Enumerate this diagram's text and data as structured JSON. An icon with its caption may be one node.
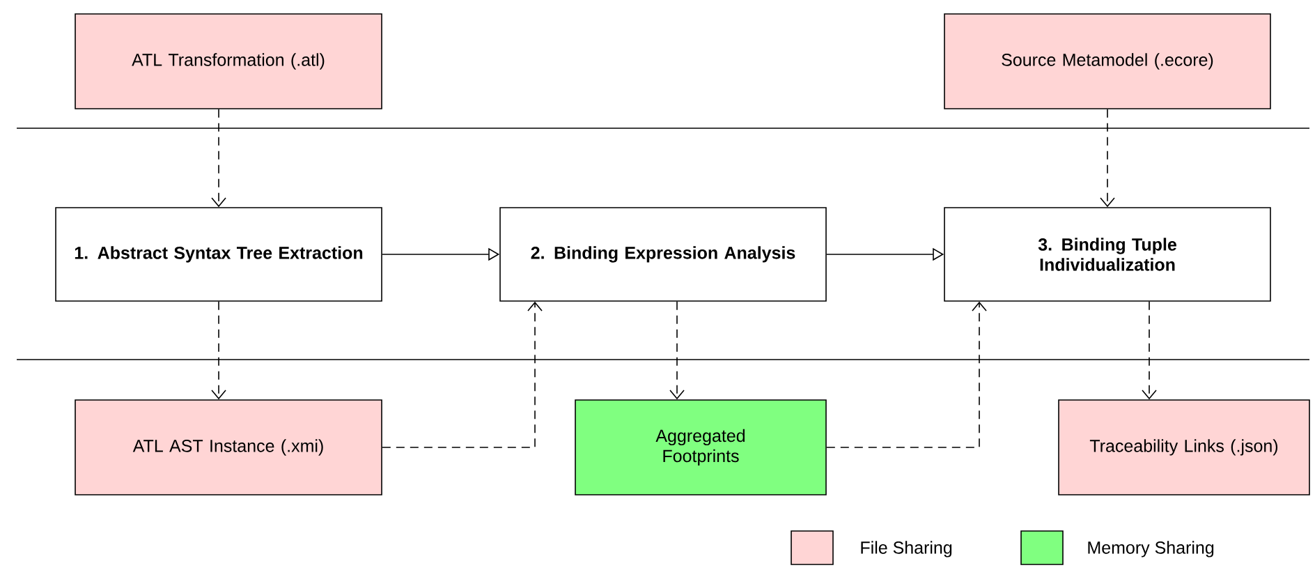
{
  "diagram": {
    "nodes": [
      {
        "text": [
          "ATL Transformation (.atl)"
        ]
      },
      {
        "text": [
          "Source Metamodel (.ecore)"
        ]
      },
      {
        "text": [
          "1. Abstract Syntax Tree Extraction"
        ]
      },
      {
        "text": [
          "2. Binding Expression Analysis"
        ]
      },
      {
        "text": [
          "3. Binding Tuple Individualization"
        ]
      },
      {
        "text": [
          "ATL AST Instance (.xmi)"
        ]
      },
      {
        "text": [
          "Aggregated Footprints"
        ]
      },
      {
        "text": [
          "Traceability Links (.json)"
        ]
      }
    ],
    "edges": [
      {
        "from": 0,
        "to": 2,
        "arrow": "to",
        "style": "dashed"
      },
      {
        "from": 1,
        "to": 4,
        "arrow": "to",
        "style": "dashed"
      },
      {
        "from": 2,
        "to": 3,
        "arrow": "to"
      },
      {
        "from": 3,
        "to": 4,
        "arrow": "to"
      },
      {
        "from": 2,
        "to": 5,
        "arrow": "to",
        "style": "dashed"
      },
      {
        "from": 3,
        "to": 6,
        "arrow": "to",
        "style": "dashed"
      },
      {
        "from": 4,
        "to": 7,
        "arrow": "to",
        "style": "dashed"
      },
      {
        "from": 5,
        "to": 3,
        "arrow": "to",
        "style": "dashed"
      },
      {
        "from": 6,
        "to": 4,
        "arrow": "to",
        "style": "dashed"
      }
    ],
    "legend": [
      {
        "text": "File Sharing",
        "color": "#ffd5d5"
      },
      {
        "text": "Memory Sharing",
        "color": "#80ff80"
      }
    ]
  }
}
